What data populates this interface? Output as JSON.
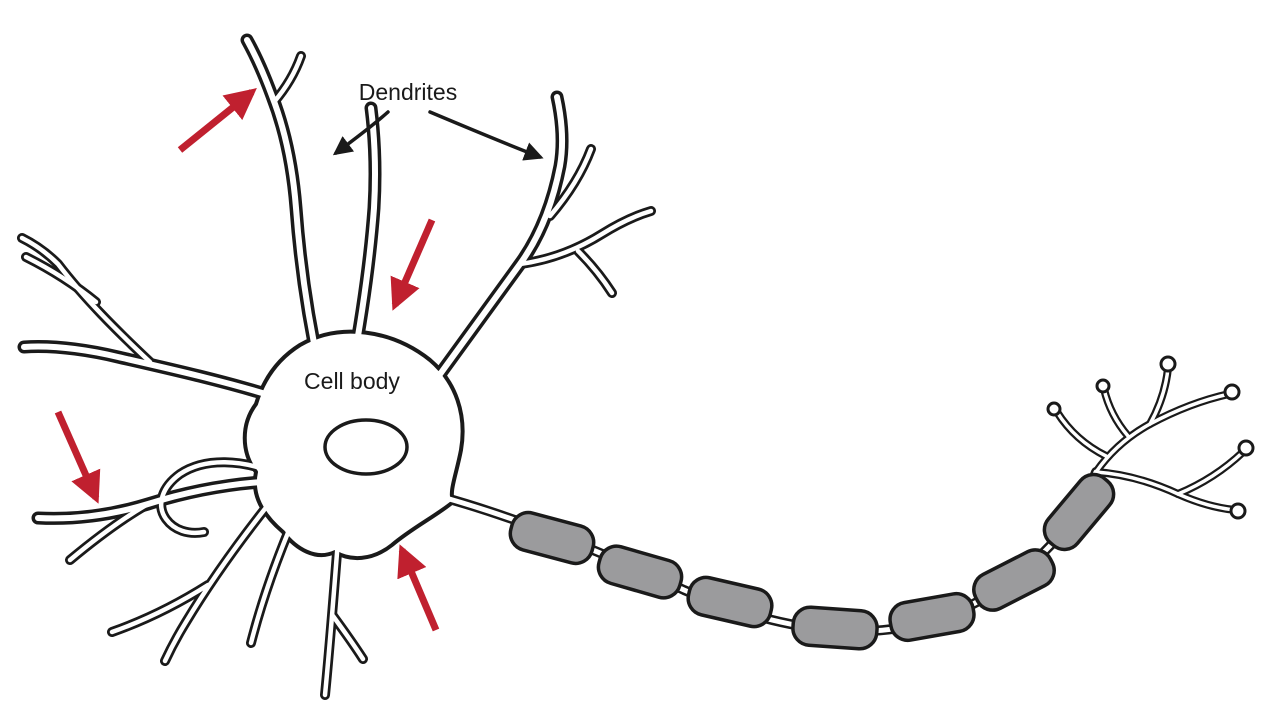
{
  "diagram": {
    "labels": {
      "dendrites": "Dendrites",
      "cell_body": "Cell body"
    },
    "colors": {
      "line": "#1a1a1a",
      "myelin": "#9b9b9d",
      "arrow": "#c0202f",
      "background": "#ffffff"
    },
    "counts": {
      "myelin_segments": 7,
      "red_arrows": 4,
      "label_pointer_arrows": 2
    },
    "parts": [
      "dendrites",
      "cell body",
      "nucleus",
      "axon",
      "myelin sheath",
      "axon terminals"
    ]
  }
}
